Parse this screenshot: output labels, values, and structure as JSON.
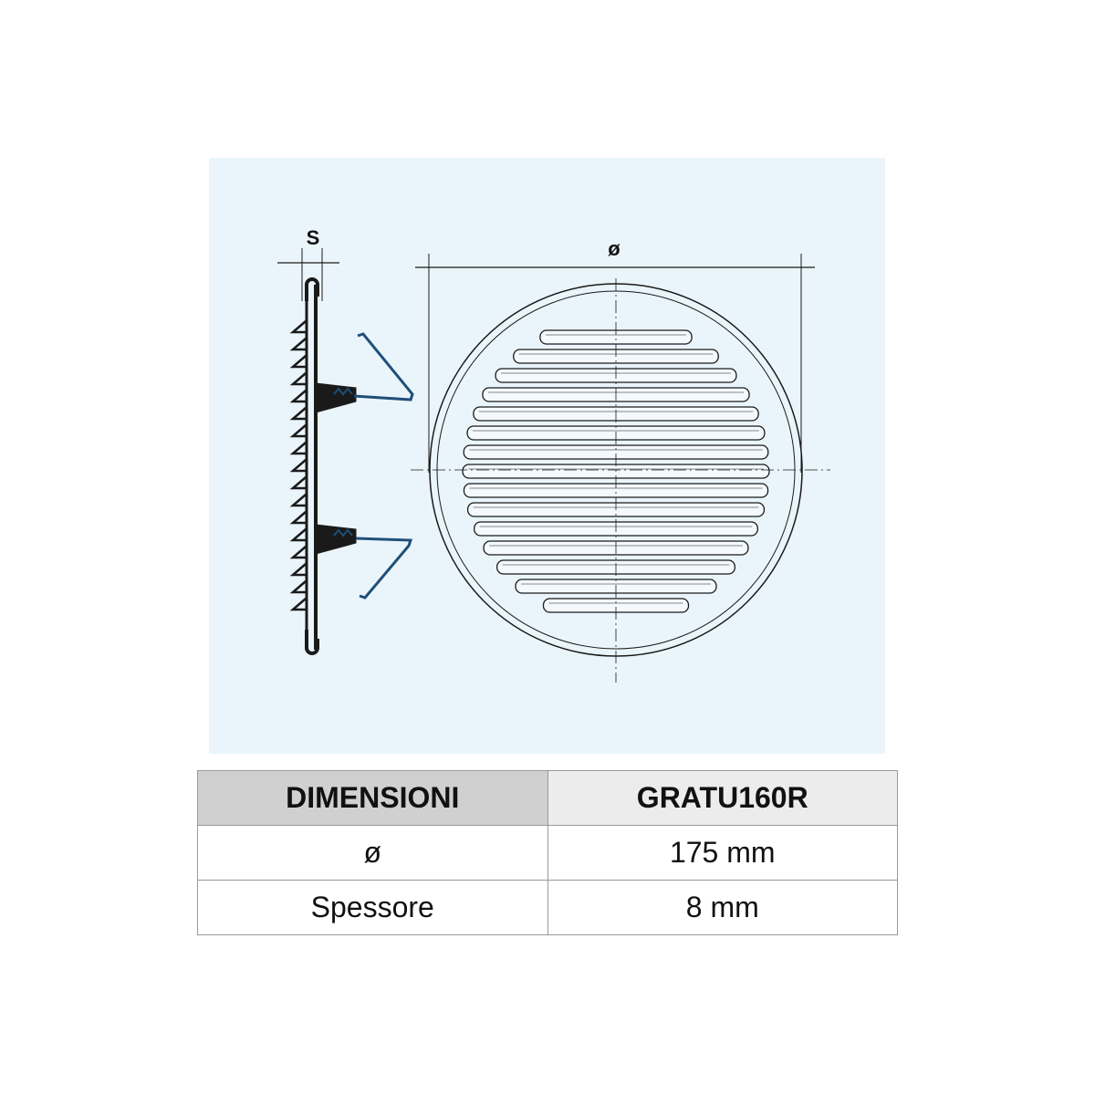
{
  "drawing": {
    "thickness_label": "S",
    "diameter_label": "ø",
    "colors": {
      "background": "#eaf5fb",
      "line": "#1a1a1a",
      "spring": "#1f4f7a"
    }
  },
  "table": {
    "header": [
      "DIMENSIONI",
      "GRATU160R"
    ],
    "rows": [
      [
        "ø",
        "175 mm"
      ],
      [
        "Spessore",
        "8 mm"
      ]
    ]
  }
}
